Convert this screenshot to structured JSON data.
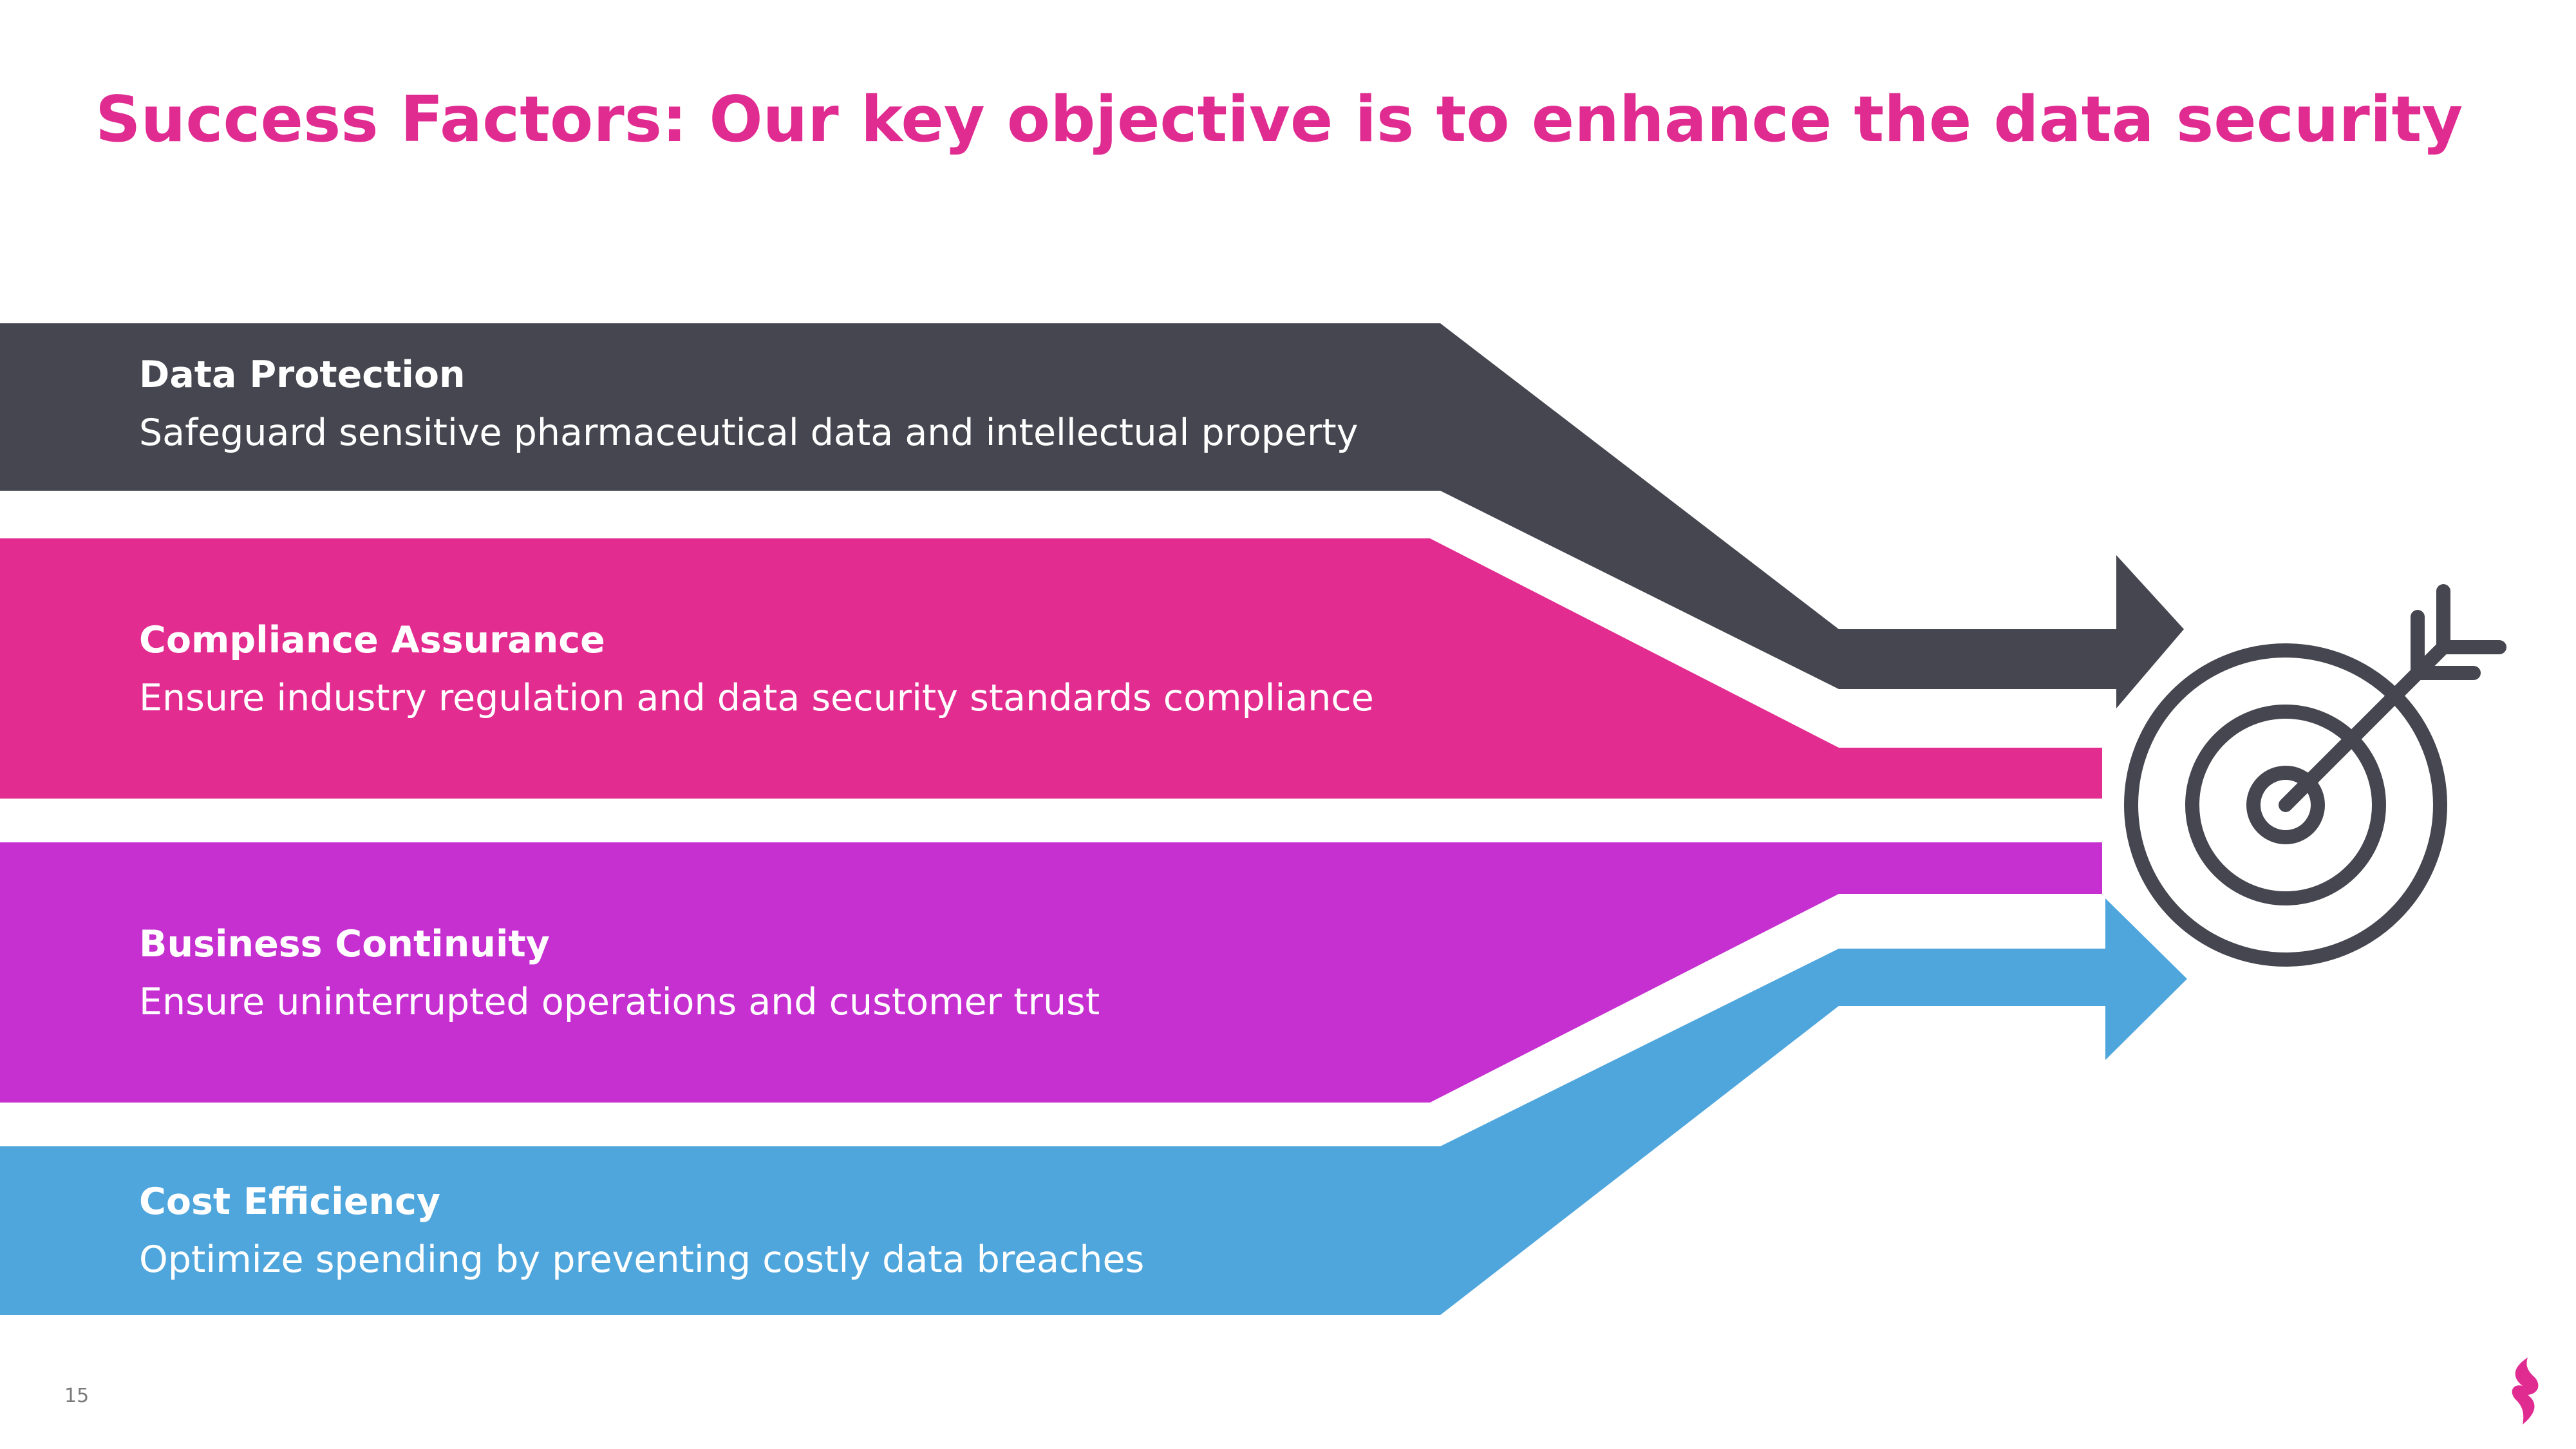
{
  "slide": {
    "title": "Success Factors: Our key objective is to enhance the data security",
    "page_number": "15"
  },
  "colors": {
    "title": "#e02c91",
    "dark": "#464650",
    "pink": "#e32c90",
    "purple": "#c62fd0",
    "blue": "#4fa6dc",
    "target": "#464650",
    "logo": "#e02c91"
  },
  "factors": [
    {
      "heading": "Data Protection",
      "description": "Safeguard sensitive pharmaceutical data and intellectual property"
    },
    {
      "heading": "Compliance Assurance",
      "description": "Ensure industry regulation and data security standards compliance"
    },
    {
      "heading": "Business Continuity",
      "description": "Ensure uninterrupted operations and customer trust"
    },
    {
      "heading": "Cost Efficiency",
      "description": "Optimize spending by preventing costly data breaches"
    }
  ],
  "icons": {
    "target": "target-icon",
    "logo": "brand-logo-icon"
  }
}
